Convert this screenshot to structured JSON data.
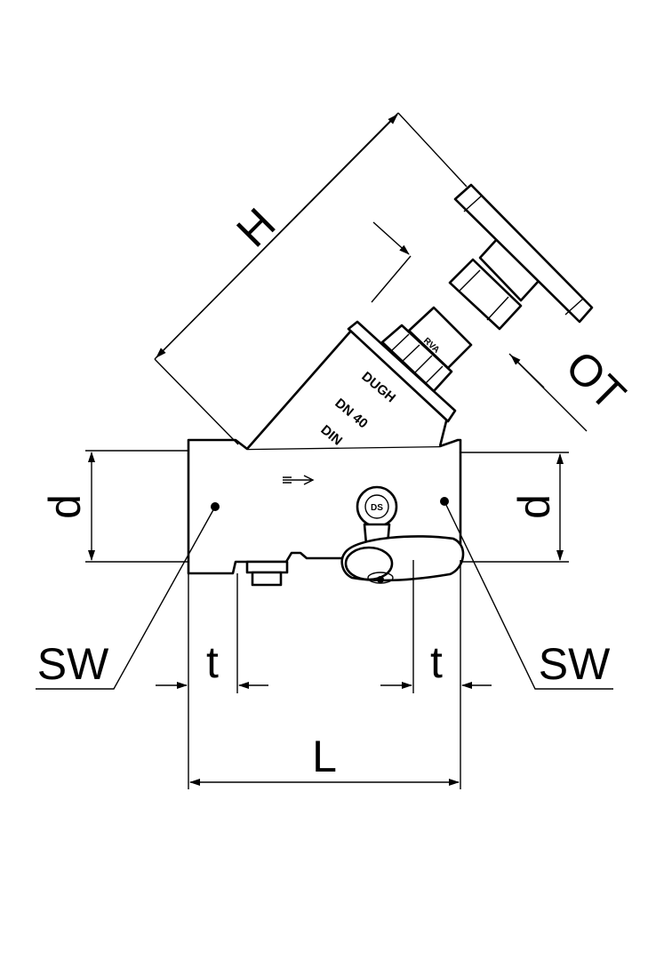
{
  "drawing": {
    "labels": {
      "height": "H",
      "operating_top": "OT",
      "diameter_left": "d",
      "diameter_right": "d",
      "wrench_left": "SW",
      "wrench_right": "SW",
      "thread_depth_left": "t",
      "thread_depth_right": "t",
      "length": "L"
    },
    "body_markings": {
      "brand": "DUGH",
      "size": "DN 40",
      "standard": "DIN",
      "bonnet_mark": "RVA",
      "cap_mark": "DS"
    }
  }
}
